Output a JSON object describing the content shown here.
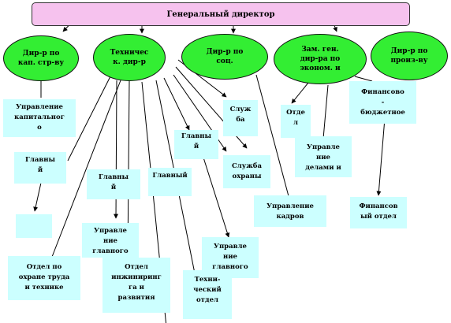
{
  "header": {
    "title": "Генеральный директор"
  },
  "departments": [
    {
      "id": "d1",
      "label": "Дир-р по\nкап. стр-ву"
    },
    {
      "id": "d2",
      "label": "Техничес\nк. дир-р"
    },
    {
      "id": "d3",
      "label": "Дир-р по\nсоц."
    },
    {
      "id": "d4",
      "label": "Зам. ген.\nдир-ра по\nэконом. и"
    },
    {
      "id": "d5",
      "label": "Дир-р по\nпроиз-ву"
    }
  ],
  "units": [
    {
      "id": "u1",
      "label": "Управление\nкапитальног\nо"
    },
    {
      "id": "u2",
      "label": "Служ\nба"
    },
    {
      "id": "u3",
      "label": "Главны\nй"
    },
    {
      "id": "u4",
      "label": "Главны\nй"
    },
    {
      "id": "u5",
      "label": "Главный"
    },
    {
      "id": "u6",
      "label": "Главны\nй"
    },
    {
      "id": "u7",
      "label": "Служба\nохраны"
    },
    {
      "id": "u8",
      "label": "Управление\nкадров"
    },
    {
      "id": "u9",
      "label": "Отде\nл"
    },
    {
      "id": "u10",
      "label": "Управле\nние\nделами и"
    },
    {
      "id": "u11",
      "label": "Финансово\n-\nбюджетное"
    },
    {
      "id": "u12",
      "label": "Финансов\nый отдел"
    },
    {
      "id": "u13",
      "label": ""
    },
    {
      "id": "u14",
      "label": "Управле\nние\nглавного"
    },
    {
      "id": "u15",
      "label": "Управле\nние\nглавного"
    },
    {
      "id": "u16",
      "label": "Отдел по\nохране труда\nи технике"
    },
    {
      "id": "u17",
      "label": "Отдел\nинжиниринг\nга и\nразвития"
    },
    {
      "id": "u18",
      "label": "Техни-\nческий\nотдел"
    }
  ],
  "colors": {
    "header_fill": "#f6c2ee",
    "oval_fill": "#33ee33",
    "box_fill": "#ccffff",
    "line": "#000000"
  }
}
